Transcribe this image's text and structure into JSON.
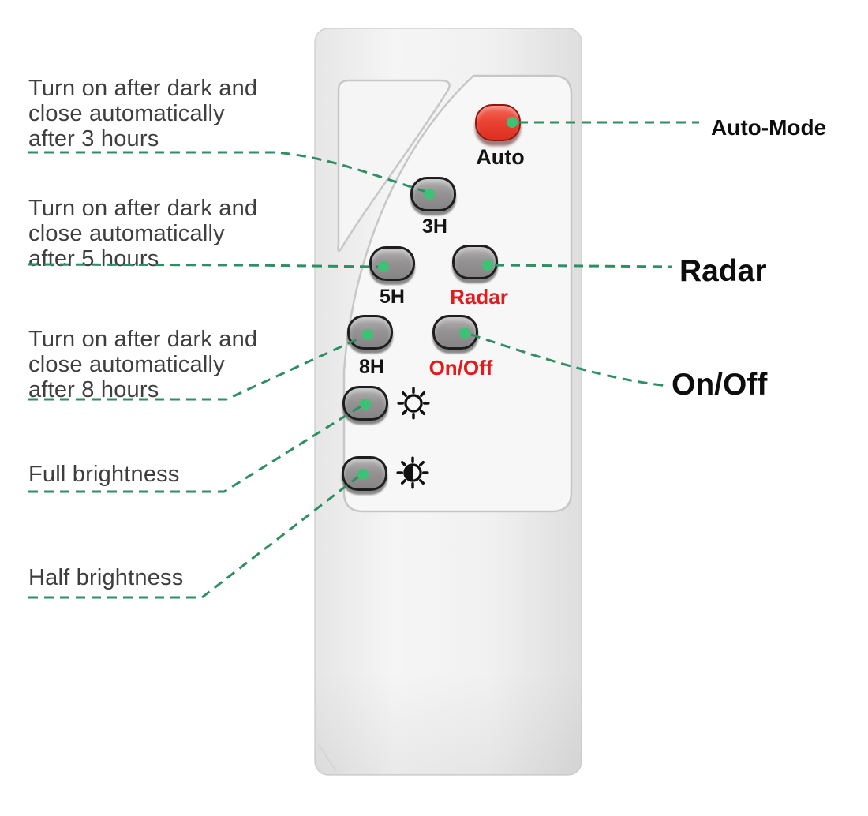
{
  "colors": {
    "dash_line": "#2f8f63",
    "connector_dot": "#3cc274",
    "auto_button_red": "#e74334",
    "red_label": "#e31b1d",
    "annotation_text": "#3e3e3e",
    "remote_body": "#efefef"
  },
  "left_annotations": [
    {
      "id": "timer-3h",
      "lines": [
        "Turn on after dark and",
        "close automatically",
        "after 3 hours"
      ]
    },
    {
      "id": "timer-5h",
      "lines": [
        "Turn on after dark and",
        "close automatically",
        "after 5 hours"
      ]
    },
    {
      "id": "timer-8h",
      "lines": [
        "Turn on after dark and",
        "close automatically",
        "after 8 hours"
      ]
    },
    {
      "id": "full-brightness",
      "lines": [
        "Full brightness"
      ]
    },
    {
      "id": "half-brightness",
      "lines": [
        "Half brightness"
      ]
    }
  ],
  "right_annotations": [
    {
      "id": "auto-mode",
      "label": "Auto-Mode"
    },
    {
      "id": "radar",
      "label": "Radar"
    },
    {
      "id": "on-off",
      "label": "On/Off"
    }
  ],
  "remote": {
    "labels": {
      "auto": "Auto",
      "h3": "3H",
      "h5": "5H",
      "radar": "Radar",
      "h8": "8H",
      "onoff": "On/Off"
    },
    "icons": [
      "sun-full-icon",
      "sun-half-icon"
    ]
  }
}
